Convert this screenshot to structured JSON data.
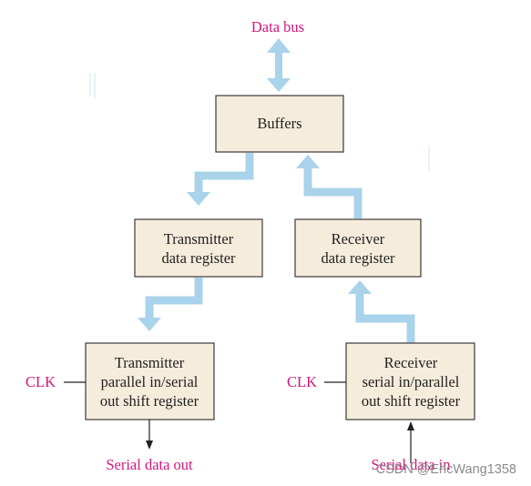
{
  "colors": {
    "bus": "#a9d3ea",
    "label_pink": "#d4167f",
    "box_fill": "#f6ecdc",
    "box_border": "#3a3a3a",
    "text": "#1f1f1f",
    "signal_line": "#222222",
    "watermark": "#8a8a8a"
  },
  "labels": {
    "data_bus": "Data bus",
    "clk_left": "CLK",
    "clk_right": "CLK",
    "serial_data_out": "Serial data out",
    "serial_data_in": "Serial data in"
  },
  "boxes": {
    "buffers": {
      "line1": "Buffers"
    },
    "transmitter_data_register": {
      "line1": "Transmitter",
      "line2": "data register"
    },
    "receiver_data_register": {
      "line1": "Receiver",
      "line2": "data register"
    },
    "transmitter_shift_register": {
      "line1": "Transmitter",
      "line2": "parallel in/serial",
      "line3": "out shift register"
    },
    "receiver_shift_register": {
      "line1": "Receiver",
      "line2": "serial in/parallel",
      "line3": "out shift register"
    }
  },
  "watermark": "CSDN @EricWang1358"
}
